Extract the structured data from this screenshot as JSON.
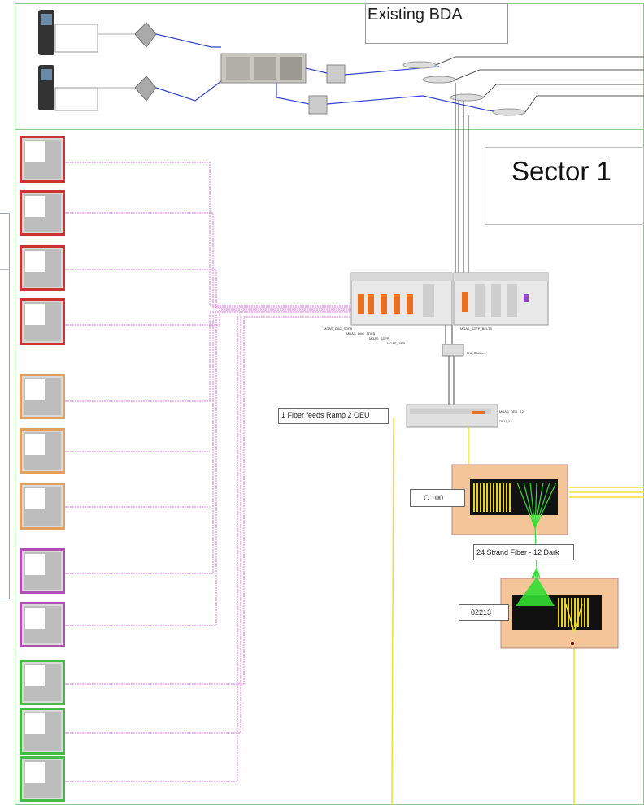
{
  "title_existing": "Existing BDA",
  "title_sector": "Sector 1",
  "label_fiber_feed": "1 Fiber feeds Ramp 2 OEU",
  "label_c100": "C 100",
  "label_strand": "24 Strand Fiber - 12 Dark",
  "label_02213": "02213",
  "colors": {
    "red_unit": "#cc3333",
    "orange_unit": "#e0a060",
    "purple_unit": "#b04fb4",
    "green_unit": "#44bb44",
    "magenta_line": "#e070e0",
    "blue_line": "#3344cc",
    "yellow_line": "#f0e030",
    "green_fiber": "#33dd33",
    "panel_fill": "#f5c59a",
    "frame_green": "#8dc88d"
  },
  "remote_units": [
    {
      "color": "red"
    },
    {
      "color": "red"
    },
    {
      "color": "red"
    },
    {
      "color": "red"
    },
    {
      "color": "orange"
    },
    {
      "color": "orange"
    },
    {
      "color": "orange"
    },
    {
      "color": "purple"
    },
    {
      "color": "purple"
    },
    {
      "color": "green"
    },
    {
      "color": "green"
    },
    {
      "color": "green"
    }
  ]
}
